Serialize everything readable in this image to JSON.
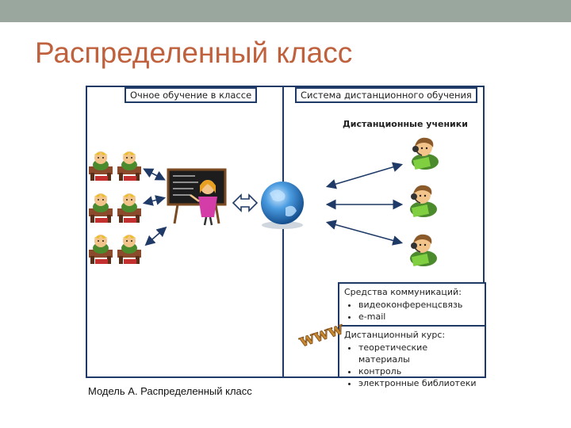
{
  "slide": {
    "title": "Распределенный класс",
    "caption": "Модель А. Распределенный класс"
  },
  "diagram": {
    "left_section_label": "Очное обучение в классе",
    "right_section_label": "Система дистанционного обучения",
    "remote_students_label": "Дистанционные ученики",
    "communication_box": {
      "header": "Средства коммуникаций:",
      "items": [
        "видеоконференцсвязь",
        "e-mail"
      ]
    },
    "course_box": {
      "header": "Дистанционный курс:",
      "items": [
        "теоретические материалы",
        "контроль",
        "электронные библиотеки"
      ]
    },
    "www_text": "www"
  },
  "colors": {
    "title": "#c0613e",
    "topbar": "#9aa79f",
    "frame": "#1f3a66",
    "globe": "#2f7fc6",
    "arrow": "#1f3a66"
  }
}
